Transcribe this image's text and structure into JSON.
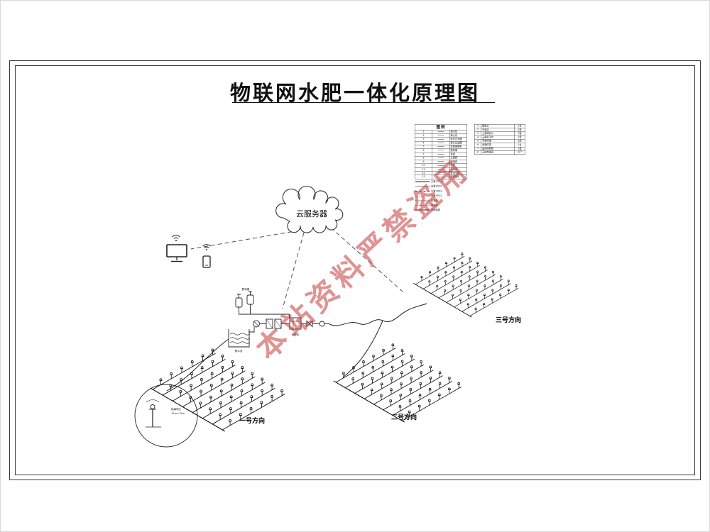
{
  "title": "物联网水肥一体化原理图",
  "watermark": "本站资料严禁盗用",
  "cloud": {
    "label": "云服务器"
  },
  "legend": {
    "title": "图例",
    "items": [
      {
        "num": "1",
        "name": "潜水泵"
      },
      {
        "num": "2",
        "name": "离心泵"
      },
      {
        "num": "3",
        "name": "砂石过滤器"
      },
      {
        "num": "4",
        "name": "叠片过滤器"
      },
      {
        "num": "5",
        "name": "智能施肥机"
      },
      {
        "num": "6",
        "name": "肥料桶"
      },
      {
        "num": "7",
        "name": "球阀"
      },
      {
        "num": "8",
        "name": "止回阀"
      },
      {
        "num": "9",
        "name": "电磁阀"
      },
      {
        "num": "10",
        "name": "水表"
      },
      {
        "num": "11",
        "name": "压力表"
      },
      {
        "num": "12",
        "name": "进排气阀"
      },
      {
        "num": "13",
        "name": "摇臂喷头"
      }
    ],
    "line_items": [
      {
        "name": "主管 PE110"
      },
      {
        "name": "支管 PE90"
      },
      {
        "name": "分管 PE63"
      },
      {
        "name": "毛管 PE32"
      },
      {
        "name": "信号线"
      },
      {
        "name": "电源线"
      },
      {
        "name": "田间道路"
      }
    ],
    "right_items": [
      {
        "num": "1",
        "name": "摄像头",
        "spec": "1台"
      },
      {
        "num": "2",
        "name": "气象站",
        "spec": "1套"
      },
      {
        "num": "3",
        "name": "土壤墒情仪",
        "spec": "3套"
      },
      {
        "num": "4",
        "name": "云服务平台",
        "spec": "1套"
      },
      {
        "num": "5",
        "name": "手机终端",
        "spec": "1部"
      },
      {
        "num": "6",
        "name": "电脑终端",
        "spec": "1台"
      },
      {
        "num": "7",
        "name": "田间控制柜",
        "spec": "1套"
      },
      {
        "num": "8",
        "name": "无线电磁阀",
        "spec": "12个"
      }
    ]
  },
  "fields": {
    "field1": "一号方向",
    "field2": "二号方向",
    "field3": "三号方向"
  },
  "detail": {
    "line1": "摇臂喷头",
    "line2": "15m×15m"
  },
  "station": {
    "tank_label": "肥料桶",
    "machine_label": "水肥机",
    "reservoir_label": "蓄水池"
  }
}
